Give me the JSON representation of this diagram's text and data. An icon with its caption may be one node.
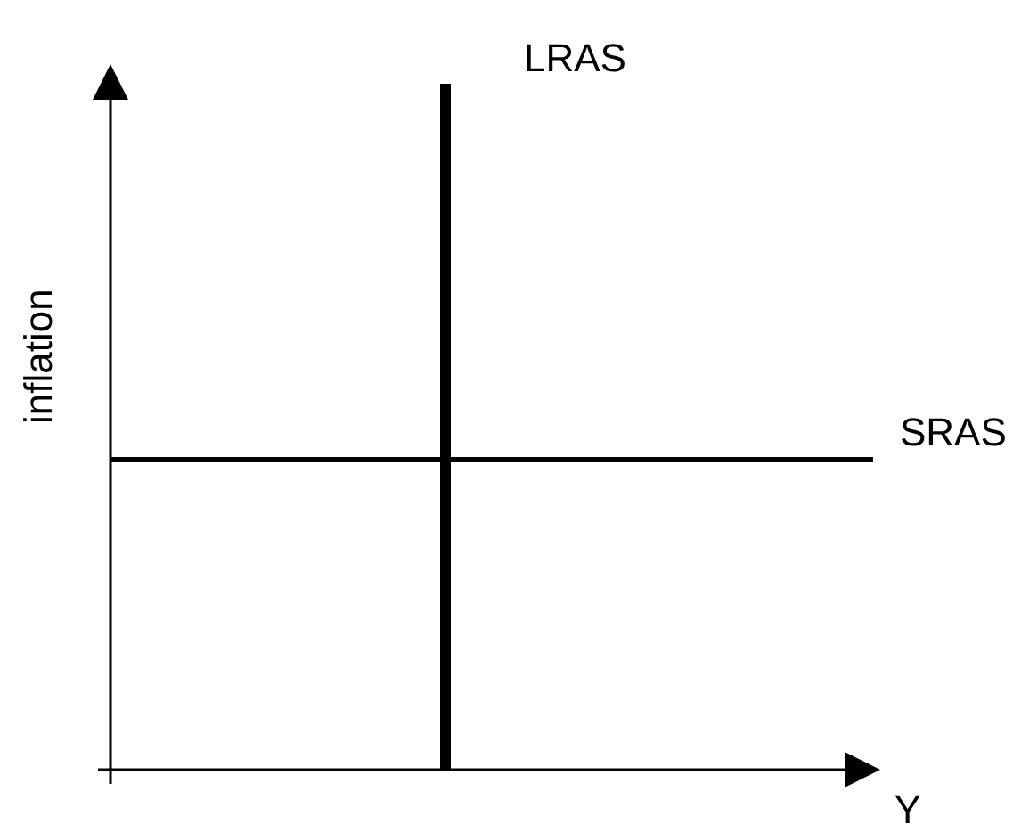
{
  "diagram": {
    "labels": [
      "LRAS",
      "inflation",
      "SRAS",
      "Y"
    ]
  }
}
